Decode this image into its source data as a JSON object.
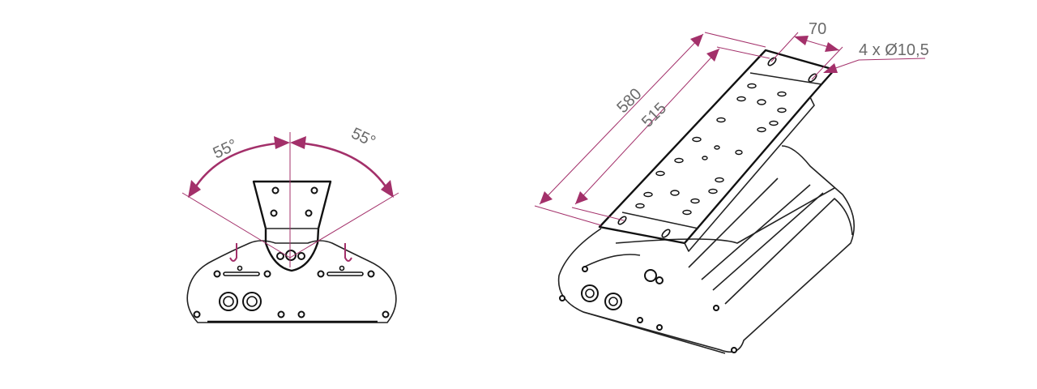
{
  "front_view": {
    "angle_left": "55°",
    "angle_right": "55°"
  },
  "iso_view": {
    "length_overall": "580",
    "length_holes": "515",
    "width_holes": "70",
    "holes_spec": "4 x Ø10,5"
  },
  "colors": {
    "dimension": "#a3306a",
    "text": "#6a6a6a",
    "outline": "#222222"
  }
}
